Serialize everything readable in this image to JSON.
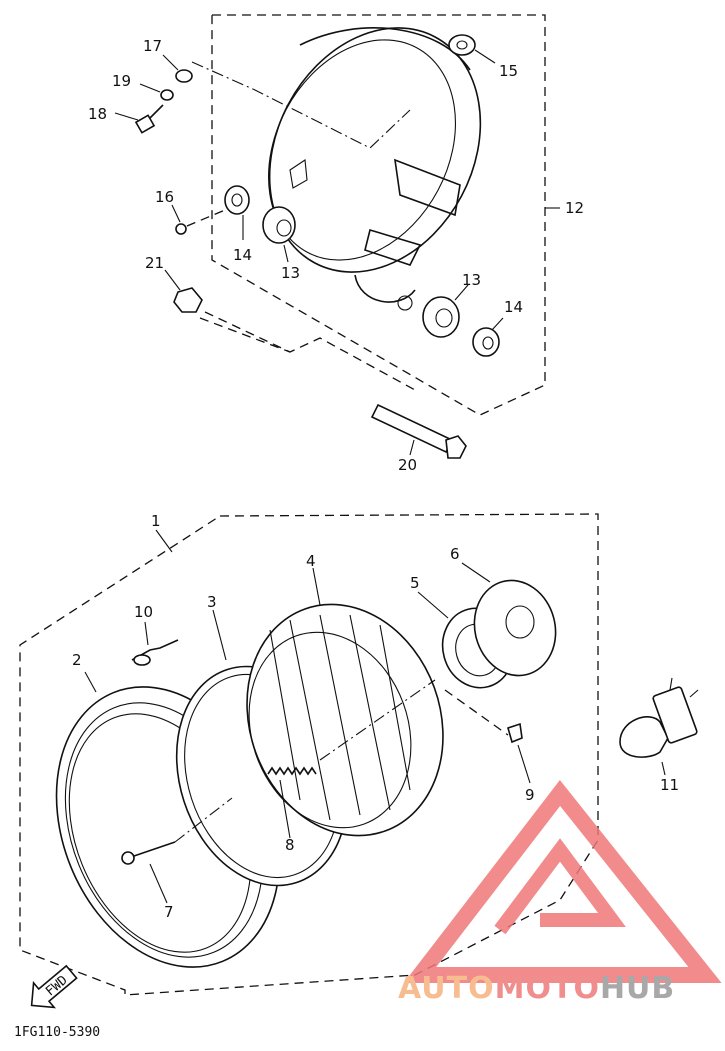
{
  "diagram_code": "1FG110-5390",
  "fwd_label": "FWD",
  "watermark": {
    "brand_a": "AUTO",
    "brand_b": "MOTO",
    "brand_c": "HUB",
    "colors": {
      "a": "#f6b27d",
      "b": "#ee7b7b",
      "c": "#9a9a9a",
      "logo": "#f07878"
    }
  },
  "callouts": {
    "n1": "1",
    "n2": "2",
    "n3": "3",
    "n4": "4",
    "n5": "5",
    "n6": "6",
    "n7": "7",
    "n8": "8",
    "n9": "9",
    "n10": "10",
    "n11": "11",
    "n12": "12",
    "n13a": "13",
    "n13b": "13",
    "n14a": "14",
    "n14b": "14",
    "n15": "15",
    "n16": "16",
    "n17": "17",
    "n18": "18",
    "n19": "19",
    "n20": "20",
    "n21": "21"
  }
}
